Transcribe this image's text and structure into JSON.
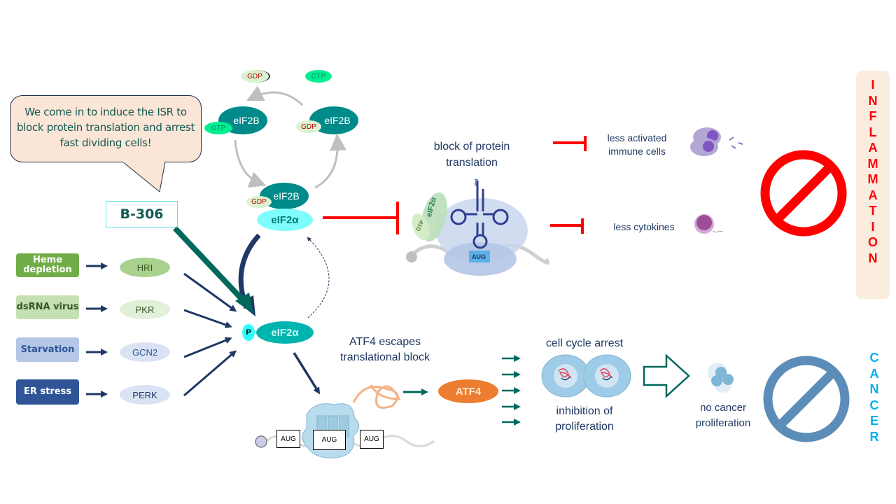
{
  "speech_bubble": {
    "text": "We come in to induce the ISR to block protein translation and arrest fast dividing cells!"
  },
  "drug": {
    "label": "B-306"
  },
  "eif2b_cycle": {
    "free_gdp": "GDP",
    "free_gtp": "GTP",
    "complex_left": {
      "label": "eIF2B",
      "nucleotide": "GTP"
    },
    "complex_right": {
      "label": "eIF2B",
      "nucleotide": "GDP"
    },
    "complex_bottom": {
      "label": "eIF2B",
      "nucleotide": "GDP"
    }
  },
  "eif2a_top": {
    "label": "eIF2α"
  },
  "eif2a_phos": {
    "label": "eIF2α",
    "phospho": "P"
  },
  "stresses": [
    {
      "label": "Heme depletion",
      "kinase": "HRI",
      "color": "#70ad47",
      "text_color": "#ffffff",
      "kinase_color": "#a9d18e",
      "kinase_text": "#375623"
    },
    {
      "label": "dsRNA virus",
      "kinase": "PKR",
      "color": "#c5e0b4",
      "text_color": "#375623",
      "kinase_color": "#e2f0d9",
      "kinase_text": "#375623"
    },
    {
      "label": "Starvation",
      "kinase": "GCN2",
      "color": "#b4c7e7",
      "text_color": "#2f5597",
      "kinase_color": "#dae3f3",
      "kinase_text": "#2f5597"
    },
    {
      "label": "ER stress",
      "kinase": "PERK",
      "color": "#2f5597",
      "text_color": "#ffffff",
      "kinase_color": "#dae3f3",
      "kinase_text": "#1f3864"
    }
  ],
  "translation_block": {
    "title": "block of protein translation",
    "ribosome_labels": {
      "eif2a": "eIF2α",
      "gtp": "GTP",
      "met": "Met",
      "codon": "AUG"
    }
  },
  "inflammation_effects": [
    {
      "label": "less activated immune cells"
    },
    {
      "label": "less cytokines"
    }
  ],
  "inflammation": {
    "label": "INFLAMMATION",
    "color": "#ff0000"
  },
  "atf4_path": {
    "title": "ATF4 escapes translational block",
    "codons": [
      "AUG",
      "AUG",
      "AUG"
    ],
    "atf4_label": "ATF4"
  },
  "cell_cycle": {
    "top_label": "cell cycle arrest",
    "bottom_label": "inhibition of proliferation"
  },
  "cancer_effect": {
    "label": "no cancer proliferation"
  },
  "cancer": {
    "label": "CANCER",
    "color": "#00b0f0"
  },
  "colors": {
    "teal_dark": "#008a8a",
    "teal_light": "#7ffcfc",
    "navy": "#1f3864",
    "red": "#ff0000",
    "atf4_orange": "#ed7d31",
    "steel_blue": "#5b8db8",
    "drug_arrow": "#00695c"
  }
}
